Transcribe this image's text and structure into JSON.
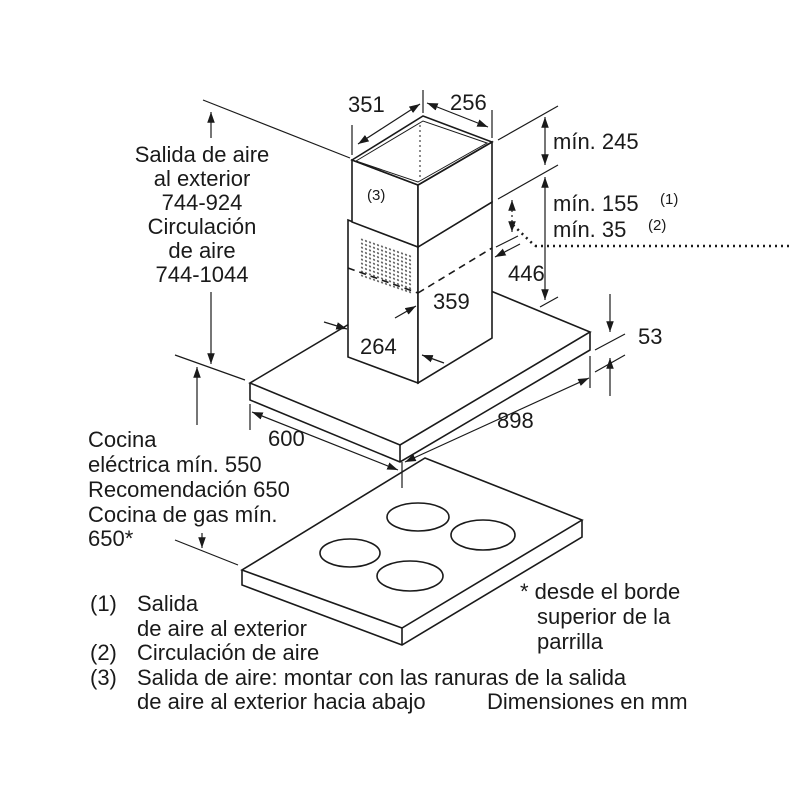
{
  "dimensions": {
    "chimney_depth": "351",
    "chimney_width": "256",
    "min_245": "mín. 245",
    "vent_ref": "(3)",
    "min_155": "mín. 155",
    "ref1": "(1)",
    "min_35": "mín. 35",
    "ref2": "(2)",
    "d446": "446",
    "d359": "359",
    "d264": "264",
    "d53": "53",
    "d898": "898",
    "d600": "600"
  },
  "height_label": {
    "lines": [
      "Salida de aire",
      "al exterior",
      "744-924",
      "Circulación",
      "de aire",
      "744-1044"
    ]
  },
  "cooktop_label": {
    "lines": [
      "Cocina",
      "eléctrica mín. 550",
      "Recomendación 650",
      "Cocina de gas mín.",
      "650*"
    ]
  },
  "asterisk_note": {
    "lines": [
      "* desde el borde",
      "superior de la",
      "parrilla"
    ]
  },
  "footnotes": [
    {
      "num": "(1)",
      "lines": [
        "Salida",
        "de aire al exterior"
      ]
    },
    {
      "num": "(2)",
      "lines": [
        "Circulación de aire"
      ]
    },
    {
      "num": "(3)",
      "lines": [
        "Salida de aire: montar con las ranuras de la salida",
        "de aire al exterior hacia abajo"
      ]
    }
  ],
  "units_note": "Dimensiones en mm"
}
